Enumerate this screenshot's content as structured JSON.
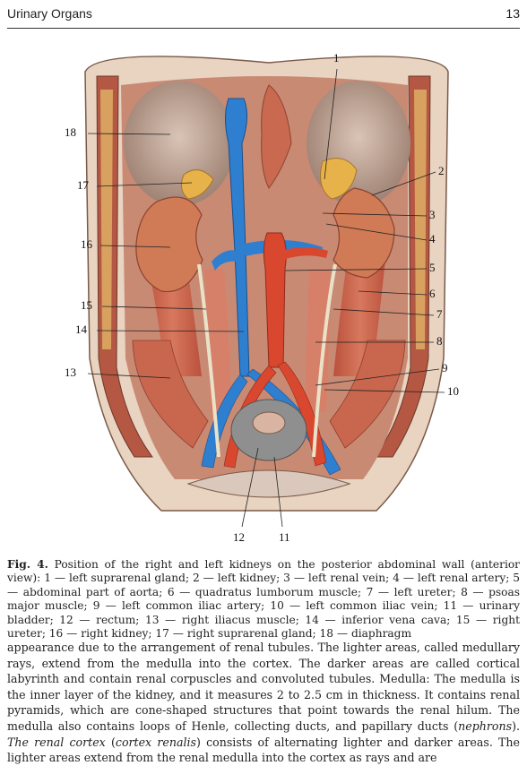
{
  "header": {
    "section_title": "Urinary Organs",
    "page_number": "13"
  },
  "figure": {
    "callouts": [
      "1",
      "2",
      "3",
      "4",
      "5",
      "6",
      "7",
      "8",
      "9",
      "10",
      "11",
      "12",
      "13",
      "14",
      "15",
      "16",
      "17",
      "18"
    ]
  },
  "caption": {
    "label": "Fig. 4.",
    "text": "Position of the right and left kidneys on the posterior abdominal wall (anterior view): 1 — left suprarenal gland; 2 — left kidney; 3 — left renal vein; 4 — left renal artery; 5 — abdominal part of aorta; 6 —  quadratus lumborum muscle; 7 — left ureter; 8 — psoas major muscle; 9 — left common iliac artery; 10 — left common iliac vein; 11 — urinary bladder; 12 — rectum; 13 — right iliacus muscle; 14 — inferior vena cava; 15 — right ureter; 16 — right kidney; 17 — right suprarenal gland; 18 — diaphragm"
  },
  "body": {
    "part1": "appearance due to the arrangement of renal tubules. The lighter areas, called medullary rays, extend from the medulla into the cortex. The darker areas are called cortical labyrinth and contain renal corpuscles and convoluted tubules. Medulla: The medulla is the inner layer of the kidney, and it measures 2 to 2.5 cm in thickness. It contains renal pyramids, which are cone-shaped structures that point towards the renal hilum. The medulla also contains loops of Henle, collecting ducts, and papillary ducts (",
    "part1_italic": "nephrons",
    "part2": "). ",
    "part2_italic": "The renal cortex",
    "part3": " (",
    "part3_italic": "cortex renalis",
    "part4": ") consists of alternating lighter and darker areas. The lighter areas extend from the renal medulla into the cortex as rays and are"
  }
}
